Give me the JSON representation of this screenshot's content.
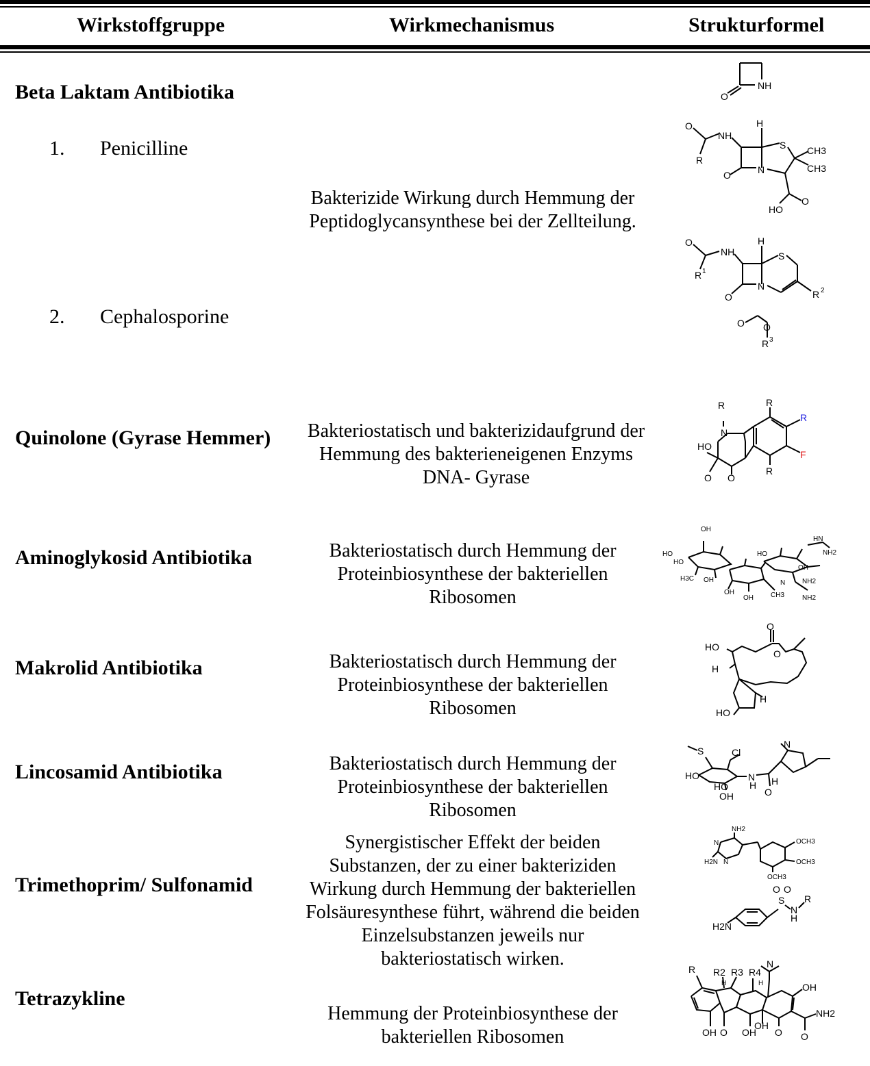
{
  "header": {
    "col1": "Wirkstoffgruppe",
    "col2": "Wirkmechanismus",
    "col3": "Strukturformel"
  },
  "rows": {
    "beta": {
      "group": "Beta Laktam Antibiotika",
      "sub1_num": "1.",
      "sub1_name": "Penicilline",
      "sub2_num": "2.",
      "sub2_name": "Cephalosporine",
      "mechanism": "Bakterizide Wirkung durch Hemmung der Peptidoglycansynthese bei der Zellteilung."
    },
    "quinolone": {
      "group": "Quinolone (Gyrase Hemmer)",
      "mechanism": "Bakteriostatisch und bakterizidaufgrund der Hemmung des bakterieneigenen Enzyms DNA- Gyrase"
    },
    "aminoglykosid": {
      "group": "Aminoglykosid Antibiotika",
      "mechanism": "Bakteriostatisch durch Hemmung der Proteinbiosynthese der bakteriellen Ribosomen"
    },
    "makrolid": {
      "group": "Makrolid Antibiotika",
      "mechanism": "Bakteriostatisch durch Hemmung der Proteinbiosynthese der bakteriellen Ribosomen"
    },
    "lincosamid": {
      "group": "Lincosamid Antibiotika",
      "mechanism": "Bakteriostatisch durch Hemmung der Proteinbiosynthese der bakteriellen Ribosomen"
    },
    "trimethoprim": {
      "group": "Trimethoprim/ Sulfonamid",
      "mechanism": "Synergistischer Effekt der beiden Substanzen, der zu einer bakteriziden Wirkung durch Hemmung der bakteriellen Folsäuresynthese führt, während die beiden Einzelsubstanzen jeweils nur bakteriostatisch wirken."
    },
    "tetrazykline": {
      "group": "Tetrazykline",
      "mechanism": "Hemmung der Proteinbiosynthese der bakteriellen Ribosomen"
    }
  },
  "structures": {
    "lactam": {
      "o": "O",
      "nh": "NH"
    },
    "penicillin": {
      "o1": "O",
      "nh": "NH",
      "h": "H",
      "s": "S",
      "ch3a": "CH3",
      "ch3b": "CH3",
      "r": "R",
      "n": "N",
      "o2": "O",
      "ho": "HO",
      "o3": "O"
    },
    "cephalosporin": {
      "o1": "O",
      "nh": "NH",
      "h": "H",
      "s": "S",
      "r1": "R",
      "r1sup": "1",
      "n": "N",
      "o2": "O",
      "r2": "R",
      "r2sup": "2",
      "o3": "O",
      "o4": "O",
      "r3": "R",
      "r3sup": "3"
    },
    "quinolone": {
      "r1": "R",
      "n": "N",
      "r2": "R",
      "r3": "R",
      "f": "F",
      "ho": "HO",
      "o1": "O",
      "o2": "O",
      "r4": "R"
    },
    "aminoglycoside": {
      "l1": "OH",
      "l2": "HO",
      "l3": "HO",
      "l4": "H3C",
      "l5": "OH",
      "l6": "OH",
      "l7": "OH",
      "l8": "HN",
      "l9": "NH2",
      "l10": "HO",
      "l11": "OH",
      "l12": "N",
      "l13": "NH2",
      "l14": "CH3",
      "l15": "NH2"
    },
    "macrolide": {
      "o1": "O",
      "ho1": "HO",
      "o2": "O",
      "h1": "H",
      "h2": "H",
      "ho2": "HO"
    },
    "lincosamide": {
      "s": "S",
      "cl": "Cl",
      "n1": "N",
      "ho1": "HO",
      "ho2": "HO",
      "oh": "OH",
      "nh": "N",
      "h1": "H",
      "o": "O",
      "h2": "H"
    },
    "trimethoprim": {
      "nh2a": "NH2",
      "nh2b": "H2N",
      "n1": "N",
      "n2": "N",
      "och3a": "OCH3",
      "och3b": "OCH3",
      "och3c": "OCH3"
    },
    "sulfonamide": {
      "s": "S",
      "o1": "O",
      "o2": "O",
      "n": "N",
      "h": "H",
      "r": "R",
      "h2n": "H2N"
    },
    "tetracycline": {
      "r": "R",
      "r2": "R2",
      "r3": "R3",
      "r4": "R4",
      "h1": "H",
      "h2": "H",
      "n": "N",
      "oh1": "OH",
      "nh2": "NH2",
      "oh2": "OH",
      "o1": "O",
      "oh3": "OH",
      "oh4": "OH",
      "o2": "O",
      "o3": "O"
    }
  }
}
